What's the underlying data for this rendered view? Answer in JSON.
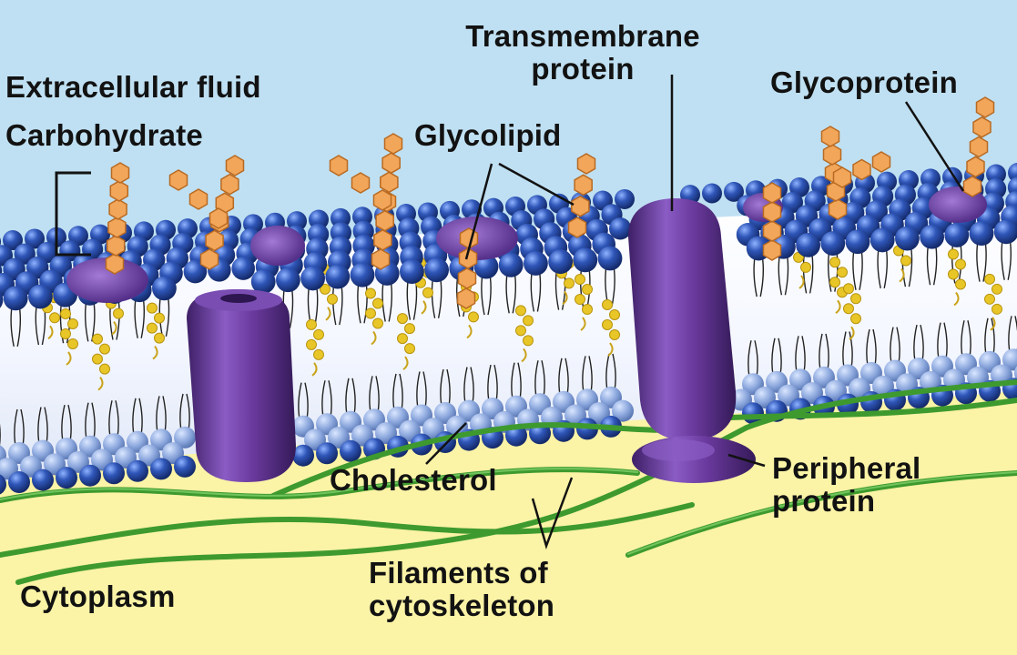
{
  "labels": {
    "extracellular_fluid": "Extracellular fluid",
    "carbohydrate": "Carbohydrate",
    "glycolipid": "Glycolipid",
    "transmembrane_protein": [
      "Transmembrane",
      "protein"
    ],
    "glycoprotein": "Glycoprotein",
    "cholesterol": "Cholesterol",
    "peripheral_protein": [
      "Peripheral",
      "protein"
    ],
    "filaments_of_cytoskeleton": [
      "Filaments of",
      "cytoskeleton"
    ],
    "cytoplasm": "Cytoplasm"
  },
  "colors": {
    "extracellular": "#bfe0f2",
    "cytoplasm": "#fbf3a6",
    "phospholipid_head": "#2a4fa8",
    "phospholipid_tail": "#222222",
    "cholesterol": "#e8c627",
    "protein": "#6b3a9e",
    "carbohydrate": "#f2a65a",
    "filament": "#3e9a2e",
    "label_text": "#121212"
  }
}
